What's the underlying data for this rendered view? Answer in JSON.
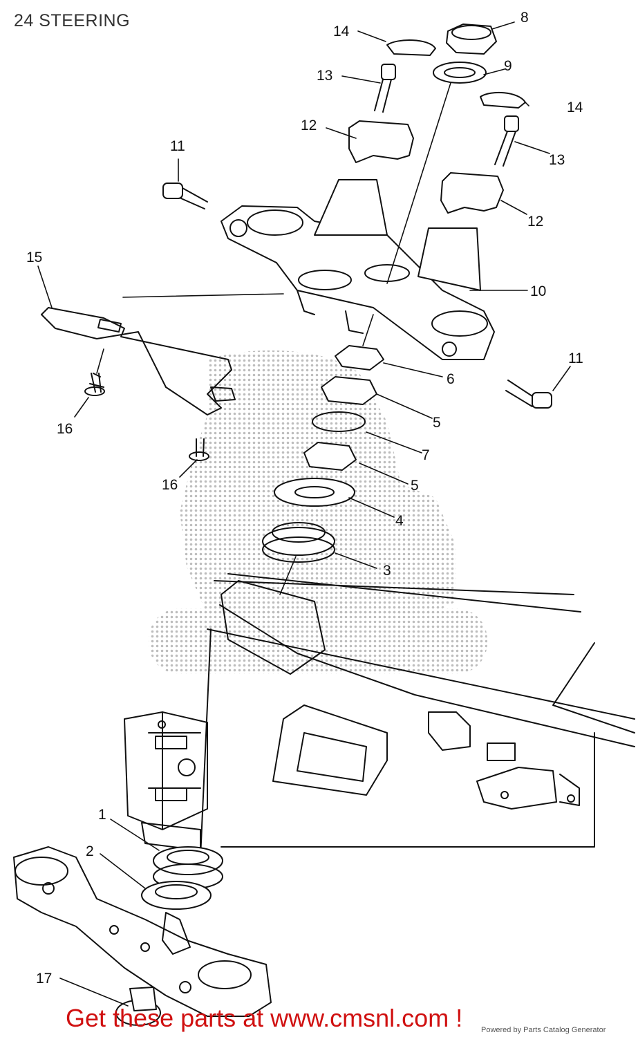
{
  "title": "24 STEERING",
  "callouts": {
    "c1": "1",
    "c2": "2",
    "c3": "3",
    "c4": "4",
    "c5a": "5",
    "c5b": "5",
    "c6": "6",
    "c7": "7",
    "c8": "8",
    "c9": "9",
    "c10": "10",
    "c11a": "11",
    "c11b": "11",
    "c12a": "12",
    "c12b": "12",
    "c13a": "13",
    "c13b": "13",
    "c14a": "14",
    "c14b": "14",
    "c15": "15",
    "c16a": "16",
    "c16b": "16",
    "c17": "17"
  },
  "promo": "Get these parts at www.cmsnl.com !",
  "credit": "Powered by Parts Catalog Generator"
}
